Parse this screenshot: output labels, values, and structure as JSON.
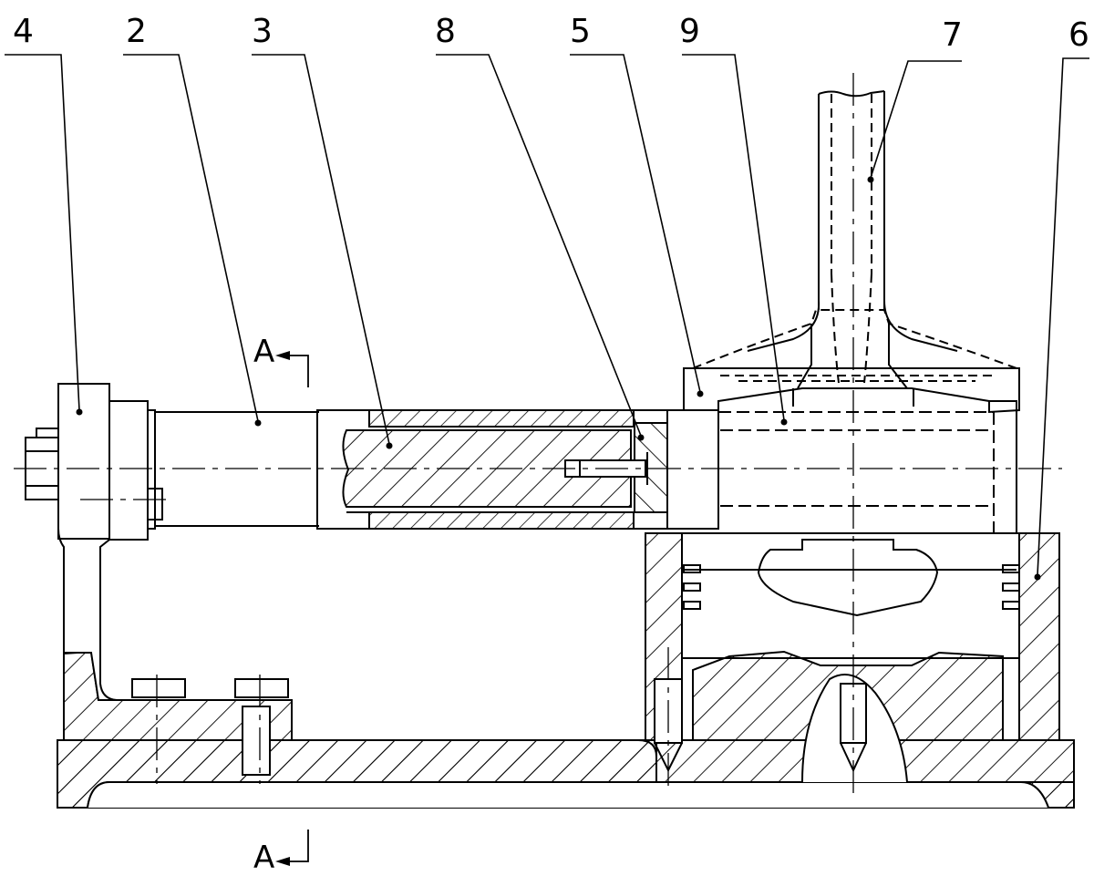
{
  "callouts": {
    "c4": "4",
    "c2": "2",
    "c3": "3",
    "c8": "8",
    "c5": "5",
    "c9": "9",
    "c7": "7",
    "c6": "6"
  },
  "section_marks": {
    "top": "A",
    "bottom": "A"
  }
}
